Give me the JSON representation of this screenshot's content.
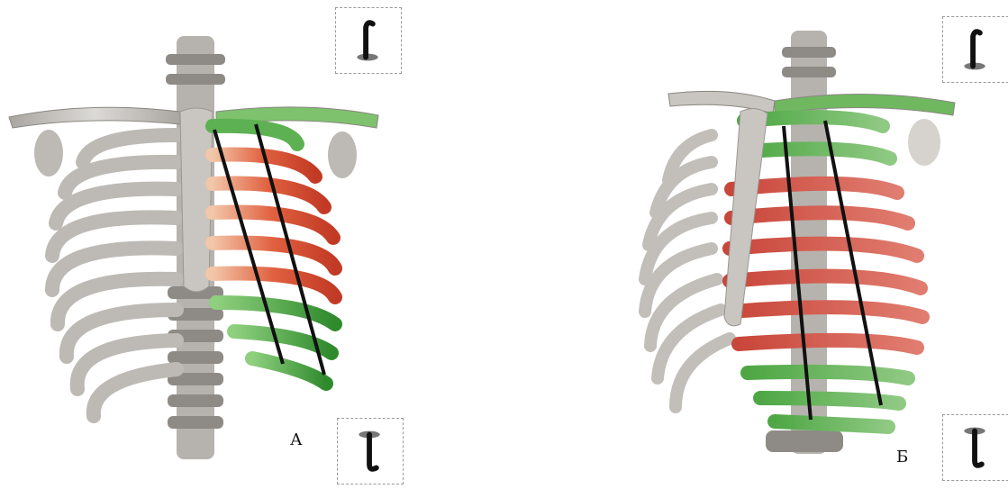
{
  "figure": {
    "panels": [
      {
        "id": "A",
        "label": "А",
        "icons": [
          "hook-up-icon",
          "hook-down-icon"
        ]
      },
      {
        "id": "B",
        "label": "Б",
        "icons": [
          "hook-up-icon",
          "hook-down-icon"
        ]
      }
    ],
    "colors": {
      "bone": "#cfcdc9",
      "bone_shade": "#9c9994",
      "green": "#3f9f3a",
      "green_light": "#7cc46f",
      "red": "#d9472f",
      "red_light": "#e8866c",
      "line": "#111111"
    }
  }
}
